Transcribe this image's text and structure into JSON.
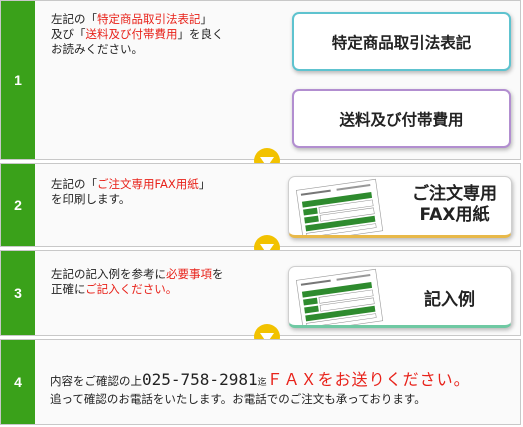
{
  "steps": [
    {
      "number": "1",
      "text_line1_a": "左記の「",
      "text_line1_b": "特定商品取引法表記",
      "text_line1_c": "」",
      "text_line2_a": "及び「",
      "text_line2_b": "送料及び付帯費用",
      "text_line2_c": "」を良く",
      "text_line3": "お読みください。",
      "button_law": "特定商品取引法表記",
      "button_fee": "送料及び付帯費用"
    },
    {
      "number": "2",
      "text_line1_a": "左記の「",
      "text_line1_b": "ご注文専用FAX用紙",
      "text_line1_c": "」",
      "text_line2": "を印刷します。",
      "button_title_line1": "ご注文専用",
      "button_title_line2": "FAX用紙"
    },
    {
      "number": "3",
      "text_line1_a": "左記の記入例を参考に",
      "text_line1_b": "必要事項",
      "text_line1_c": "を",
      "text_line2_a": "正確に",
      "text_line2_b": "ご記入ください。",
      "button_title": "記入例"
    },
    {
      "number": "4",
      "line1_a": "内容をご確認の上",
      "phone": "025-758-2981",
      "line1_yuki": "迄",
      "line1_red": "ＦＡＸをお送りください。",
      "line2": "追って確認のお電話をいたします。お電話でのご注文も承っております。"
    }
  ],
  "colors": {
    "step_green": "#3aa11a",
    "arrow_yellow": "#f2c200",
    "accent_red": "#e8221a",
    "law_border": "#5ec3cf",
    "fee_border": "#b28ed0",
    "form_green": "#2e8b2e"
  }
}
